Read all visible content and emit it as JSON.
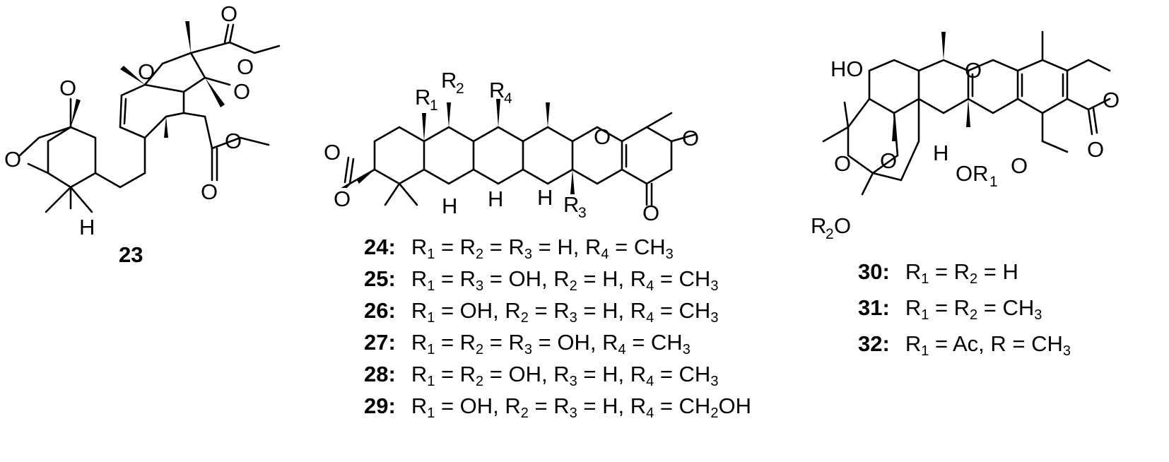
{
  "compounds": {
    "c23": {
      "number": "23"
    },
    "c24": {
      "number": "24:",
      "parts": [
        "R",
        "1",
        " = R",
        "2",
        " = R",
        "3",
        " = H, R",
        "4",
        " = CH",
        "3",
        ""
      ]
    },
    "c25": {
      "number": "25:",
      "parts": [
        "R",
        "1",
        " = R",
        "3",
        " = OH, R",
        "2",
        " = H, R",
        "4",
        " = CH",
        "3",
        ""
      ]
    },
    "c26": {
      "number": "26:",
      "parts": [
        "R",
        "1",
        " = OH, R",
        "2",
        " = R",
        "3",
        " = H, R",
        "4",
        " = CH",
        "3",
        ""
      ]
    },
    "c27": {
      "number": "27:",
      "parts": [
        "R",
        "1",
        " = R",
        "2",
        " = R",
        "3",
        " = OH, R",
        "4",
        " = CH",
        "3",
        ""
      ]
    },
    "c28": {
      "number": "28:",
      "parts": [
        "R",
        "1",
        " = R",
        "2",
        " = OH, R",
        "3",
        " = H, R",
        "4",
        " = CH",
        "3",
        ""
      ]
    },
    "c29": {
      "number": "29:",
      "parts": [
        "R",
        "1",
        " = OH, R",
        "2",
        " = R",
        "3",
        " = H, R",
        "4",
        " = CH",
        "2",
        "OH"
      ]
    },
    "c30": {
      "number": "30:",
      "parts": [
        "R",
        "1",
        " = R",
        "2",
        " = H"
      ]
    },
    "c31": {
      "number": "31:",
      "parts": [
        "R",
        "1",
        " = R",
        "2",
        " = CH",
        "3",
        ""
      ]
    },
    "c32": {
      "number": "32:",
      "parts": [
        "R",
        "1",
        " = Ac, R = CH",
        "3",
        ""
      ]
    }
  },
  "atom_labels": {
    "m23": {
      "o1": "O",
      "o2": "O",
      "o3": "O",
      "o4": "O",
      "o5": "O",
      "o6": "O",
      "o7": "O",
      "o8": "O",
      "h": "H"
    },
    "m24": {
      "r": "R",
      "o": "O",
      "h": "H",
      "n1": "1",
      "n2": "2",
      "n3": "3",
      "n4": "4"
    },
    "m30": {
      "ho": "HO",
      "o": "O",
      "h": "H",
      "or": "OR",
      "r2o": "R",
      "n1": "1",
      "n2": "2"
    }
  }
}
